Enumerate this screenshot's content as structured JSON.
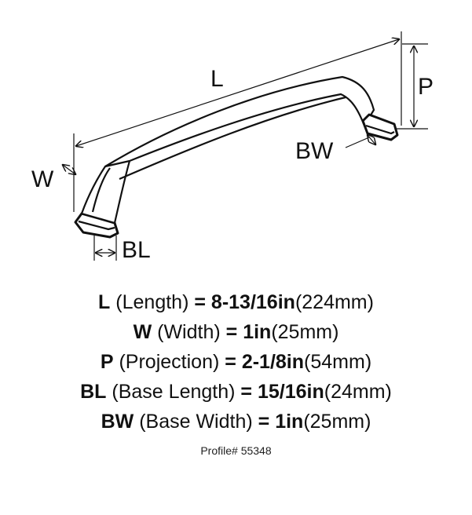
{
  "diagram": {
    "labels": {
      "L": "L",
      "P": "P",
      "W": "W",
      "BL": "BL",
      "BW": "BW"
    }
  },
  "specs": [
    {
      "code": "L",
      "name": "(Length)",
      "eq": "=",
      "imperial": "8-13/16in",
      "metric": "(224mm)"
    },
    {
      "code": "W",
      "name": "(Width)",
      "eq": "=",
      "imperial": "1in",
      "metric": "(25mm)"
    },
    {
      "code": "P",
      "name": "(Projection)",
      "eq": "=",
      "imperial": "2-1/8in",
      "metric": "(54mm)"
    },
    {
      "code": "BL",
      "name": "(Base Length)",
      "eq": "=",
      "imperial": "15/16in",
      "metric": "(24mm)"
    },
    {
      "code": "BW",
      "name": "(Base Width)",
      "eq": "=",
      "imperial": "1in",
      "metric": "(25mm)"
    }
  ],
  "profile": "Profile# 55348"
}
